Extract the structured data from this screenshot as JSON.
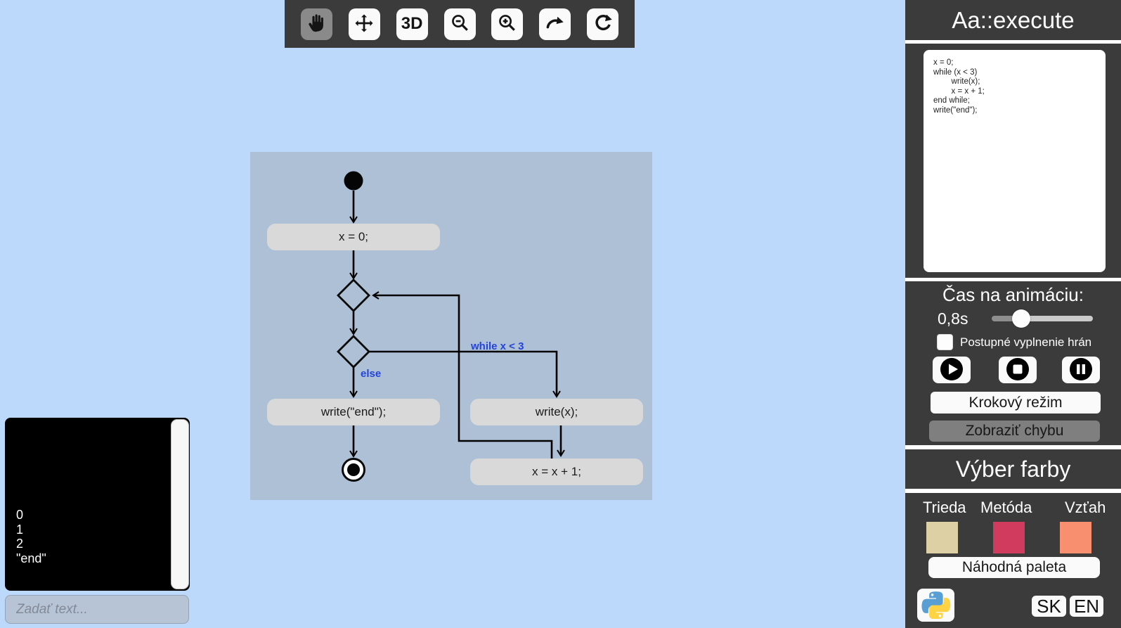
{
  "colors": {
    "page_bg": "#bcd9fc",
    "canvas_bg": "#aec0d6",
    "panel_bg": "#3b3b3b",
    "node_fill": "#d9d9d9",
    "edge_label": "#2343dd",
    "class_swatch": "#ddd0a4",
    "method_swatch": "#d13b5e",
    "relation_swatch": "#f88f6f"
  },
  "toolbar": {
    "label_3d": "3D",
    "buttons": [
      "hand-tool",
      "move-tool",
      "3d-toggle",
      "zoom-out",
      "zoom-in",
      "redo",
      "reset-view"
    ],
    "active_button": "hand-tool"
  },
  "panel": {
    "title": "Aa::execute",
    "code": "x = 0;\nwhile (x < 3)\n        write(x);\n        x = x + 1;\nend while;\nwrite(\"end\");",
    "animation": {
      "heading": "Čas na animáciu:",
      "time_value": "0,8s",
      "slider_position": "29%",
      "progressive_fill_label": "Postupné vyplnenie hrán",
      "progressive_fill_checked": false,
      "step_mode_button": "Krokový režim",
      "show_error_button": "Zobraziť chybu"
    },
    "color_picker": {
      "heading": "Výber farby",
      "class_label": "Trieda",
      "method_label": "Metóda",
      "relation_label": "Vzťah",
      "random_palette_button": "Náhodná paleta"
    },
    "language": {
      "sk_button": "SK",
      "en_button": "EN"
    }
  },
  "diagram": {
    "nodes": {
      "assign": {
        "label": "x = 0;"
      },
      "write_end": {
        "label": "write(\"end\");"
      },
      "write_x": {
        "label": "write(x);"
      },
      "increment": {
        "label": "x = x + 1;"
      }
    },
    "edges": {
      "while_label": "while x < 3",
      "else_label": "else"
    }
  },
  "console": {
    "lines": [
      "0",
      "1",
      "2",
      "\"end\""
    ],
    "input_placeholder": "Zadať text..."
  }
}
